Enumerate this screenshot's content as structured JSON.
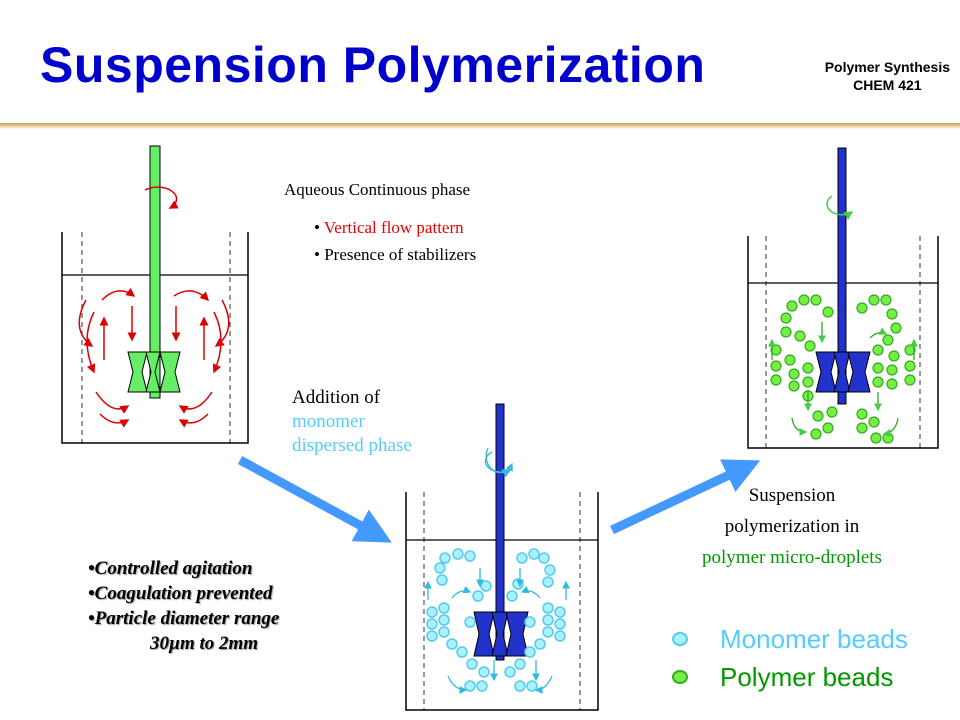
{
  "header": {
    "title": "Suspension Polymerization",
    "course_line1": "Polymer Synthesis",
    "course_line2": "CHEM 421"
  },
  "phase_label": "Aqueous Continuous phase",
  "phase_bullets": [
    "Vertical flow pattern",
    "Presence of stabilizers"
  ],
  "addition": {
    "line1": "Addition of",
    "line2": "monomer",
    "line3": "dispersed phase"
  },
  "conditions": {
    "items": [
      "Controlled agitation",
      "Coagulation prevented",
      "Particle diameter range"
    ],
    "range": "30µm to 2mm"
  },
  "result": {
    "line1": "Suspension",
    "line2": "polymerization in",
    "line3": "polymer micro-droplets"
  },
  "legend": {
    "monomer": "Monomer beads",
    "polymer": "Polymer beads"
  },
  "colors": {
    "title": "#0000cc",
    "red_text": "#ee0000",
    "cyan_text": "#55ccff",
    "green_text": "#009900",
    "monomer_bead": "#55ddff",
    "polymer_bead": "#66ee33",
    "stirrer_green": "#66ee66",
    "stirrer_blue": "#2233cc",
    "arrow_blue": "#4499ff",
    "flow_red": "#dd0000"
  },
  "icons": [
    "rotation-arrow-icon",
    "flow-arrow-icon",
    "process-arrow-icon",
    "bead-icon"
  ]
}
